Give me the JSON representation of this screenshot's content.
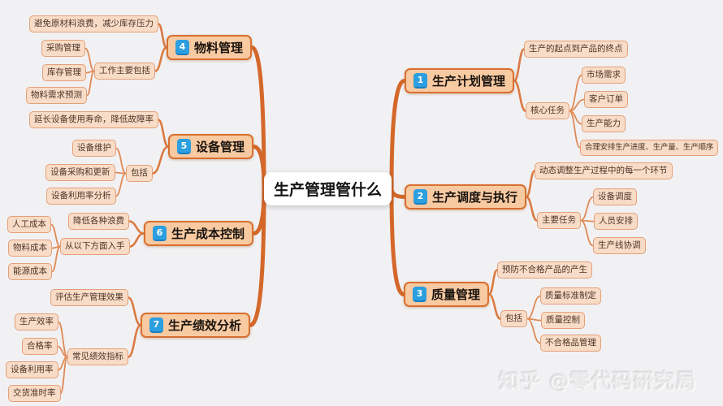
{
  "title": "生产管理管什么",
  "watermark": "知乎 @零代码研究局",
  "colors": {
    "background": "#f1f1f3",
    "center_fill": "#ffffff",
    "branch_fill": "#f8caa2",
    "branch_border": "#d96f2f",
    "sub_fill": "#f9dcc7",
    "sub_border": "#e3a078",
    "badge_blue": "#2b9fdf",
    "edge_main": "#d4682a",
    "edge_mid": "#db7a42",
    "edge_leaf": "#e08a55"
  },
  "branches": [
    {
      "num": "1",
      "label": "生产计划管理",
      "desc": "生产的起点到产品的终点",
      "group": "核心任务",
      "children": [
        "市场需求",
        "客户订单",
        "生产能力",
        "合理安排生产进度、生产量、生产顺序"
      ]
    },
    {
      "num": "2",
      "label": "生产调度与执行",
      "desc": "动态调整生产过程中的每一个环节",
      "group": "主要任务",
      "children": [
        "设备调度",
        "人员安排",
        "生产线协调"
      ]
    },
    {
      "num": "3",
      "label": "质量管理",
      "desc": "预防不合格产品的产生",
      "group": "包括",
      "children": [
        "质量标准制定",
        "质量控制",
        "不合格品管理"
      ]
    },
    {
      "num": "4",
      "label": "物料管理",
      "desc": "避免原材料浪费，减少库存压力",
      "group": "工作主要包括",
      "children": [
        "采购管理",
        "库存管理",
        "物料需求预测"
      ]
    },
    {
      "num": "5",
      "label": "设备管理",
      "desc": "延长设备使用寿命，降低故障率",
      "group": "包括",
      "children": [
        "设备维护",
        "设备采购和更新",
        "设备利用率分析"
      ]
    },
    {
      "num": "6",
      "label": "生产成本控制",
      "desc": "降低各种浪费",
      "group": "从以下方面入手",
      "children": [
        "人工成本",
        "物料成本",
        "能源成本"
      ]
    },
    {
      "num": "7",
      "label": "生产绩效分析",
      "desc": "评估生产管理效果",
      "group": "常见绩效指标",
      "children": [
        "生产效率",
        "合格率",
        "设备利用率",
        "交货准时率"
      ]
    }
  ]
}
